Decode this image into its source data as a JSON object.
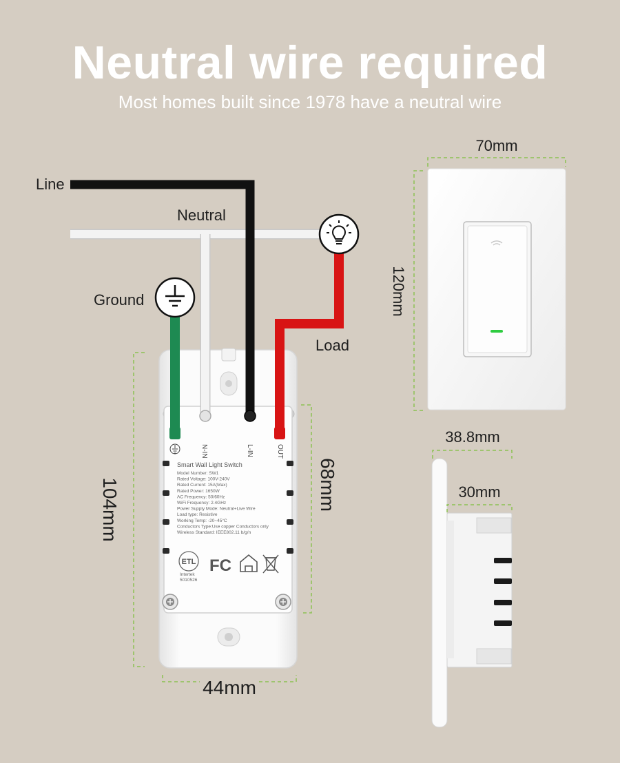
{
  "header": {
    "title": "Neutral wire required",
    "subtitle": "Most homes built since 1978 have a neutral wire"
  },
  "wiring": {
    "line_label": "Line",
    "neutral_label": "Neutral",
    "ground_label": "Ground",
    "load_label": "Load",
    "colors": {
      "line": "#111111",
      "neutral": "#f2f2f2",
      "ground": "#1e8a52",
      "load": "#d81414",
      "dimension": "#8cc152"
    }
  },
  "switch_back": {
    "terminals": [
      "N-IN",
      "L-IN",
      "OUT"
    ],
    "product_name": "Smart Wall Light Switch",
    "specs": [
      "Model Number: SW1",
      "Rated Voltage: 100V-240V",
      "Rated Current: 15A(Max)",
      "Rated Power: 1650W",
      "AC Frequency: 50/60Hz",
      "WiFi Frequency: 2.4GHz",
      "Power Supply Mode: Neutral+Live Wire",
      "Load type: Resistive",
      "Working Temp: -20~45°C",
      "Conductors Type:Use copper Conductors only",
      "Wireless Standard: IEEE802.11 b/g/n"
    ],
    "cert_intertek": "Intertek",
    "cert_number": "5010526",
    "cert_etl": "ETL",
    "cert_fc": "FC"
  },
  "dimensions": {
    "height_back": "104mm",
    "terminal_span": "68mm",
    "width_back": "44mm",
    "plate_width": "70mm",
    "plate_height": "120mm",
    "depth_total": "38.8mm",
    "depth_body": "30mm"
  }
}
